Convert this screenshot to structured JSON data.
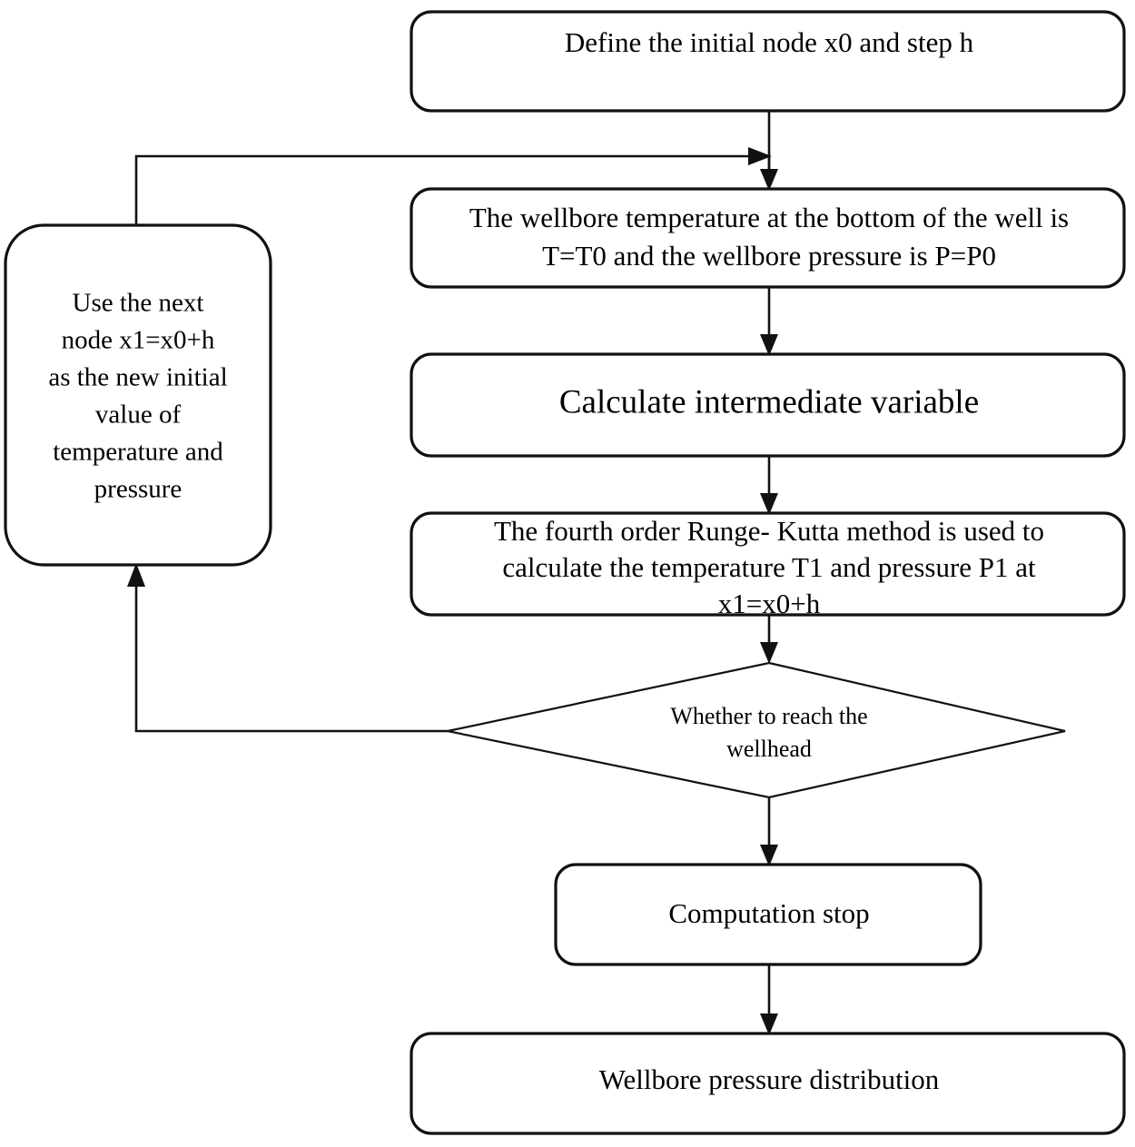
{
  "diagram": {
    "title": "Wellbore temperature and pressure calculation flowchart",
    "type": "flowchart",
    "background_color": "#ffffff",
    "line_color": "#111111",
    "text_color": "#000000"
  },
  "nodes": {
    "start": {
      "shape": "rounded-rectangle",
      "lines": [
        "Define the initial node x0 and step h"
      ]
    },
    "initial_conditions": {
      "shape": "rounded-rectangle",
      "lines": [
        "The wellbore temperature at the bottom of the well is",
        "T=T0 and the wellbore pressure is P=P0"
      ]
    },
    "intermediate": {
      "shape": "rounded-rectangle",
      "lines": [
        "Calculate intermediate variable"
      ]
    },
    "runge_kutta": {
      "shape": "rounded-rectangle",
      "lines": [
        "The fourth order Runge- Kutta method is used to",
        "calculate the temperature T1 and pressure P1 at",
        "x1=x0+h"
      ]
    },
    "decision": {
      "shape": "diamond",
      "lines": [
        "Whether to reach the",
        "wellhead"
      ]
    },
    "next_node": {
      "shape": "rounded-rectangle",
      "lines": [
        "Use the next",
        "node x1=x0+h",
        "as the new initial",
        "value of",
        "temperature and",
        "pressure"
      ]
    },
    "stop": {
      "shape": "rounded-rectangle",
      "lines": [
        "Computation stop"
      ]
    },
    "result": {
      "shape": "rounded-rectangle",
      "lines": [
        "Wellbore pressure distribution"
      ]
    }
  },
  "edges": [
    {
      "name": "start-to-initial-conditions",
      "from": "start",
      "to": "initial_conditions",
      "arrow": true
    },
    {
      "name": "initial-conditions-to-intermediate",
      "from": "initial_conditions",
      "to": "intermediate",
      "arrow": true
    },
    {
      "name": "intermediate-to-runge-kutta",
      "from": "intermediate",
      "to": "runge_kutta",
      "arrow": true
    },
    {
      "name": "runge-kutta-to-decision",
      "from": "runge_kutta",
      "to": "decision",
      "arrow": true
    },
    {
      "name": "decision-to-stop",
      "from": "decision",
      "to": "stop",
      "arrow": true
    },
    {
      "name": "stop-to-result",
      "from": "stop",
      "to": "result",
      "arrow": true
    },
    {
      "name": "decision-to-next-node",
      "from": "decision",
      "to": "next_node",
      "arrow": true
    },
    {
      "name": "next-node-to-initial-conditions",
      "from": "next_node",
      "to": "initial_conditions",
      "arrow": true
    }
  ]
}
